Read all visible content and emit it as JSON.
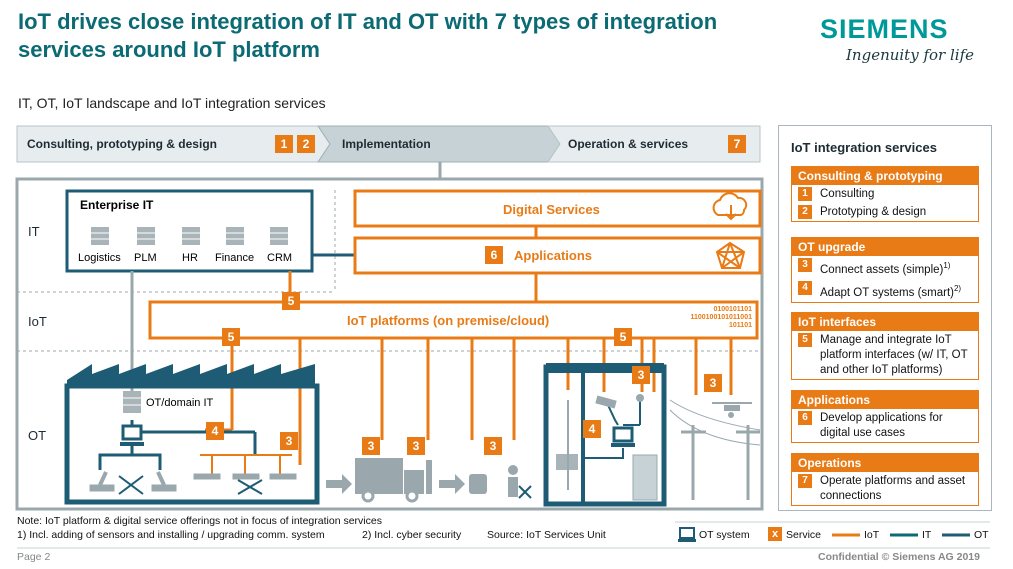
{
  "title": "IoT drives close integration of IT and OT with 7 types of integration services around IoT platform",
  "logo": {
    "brand": "SIEMENS",
    "tagline": "Ingenuity for life"
  },
  "subtitle": "IT, OT, IoT landscape and IoT integration services",
  "phases": [
    {
      "label": "Consulting, prototyping & design",
      "nums": [
        "1",
        "2"
      ]
    },
    {
      "label": "Implementation",
      "nums": []
    },
    {
      "label": "Operation & services",
      "nums": [
        "7"
      ]
    }
  ],
  "layers": {
    "it": "IT",
    "iot": "IoT",
    "ot": "OT"
  },
  "enterprise_it": {
    "title": "Enterprise IT",
    "systems": [
      "Logistics",
      "PLM",
      "HR",
      "Finance",
      "CRM"
    ]
  },
  "digital_services": "Digital Services",
  "applications": {
    "num": "6",
    "label": "Applications"
  },
  "iot_platform": {
    "label": "IoT platforms (on premise/cloud)",
    "binary": [
      "0100101101",
      "1100100101011001",
      "101101"
    ]
  },
  "ot_domain": "OT/domain IT",
  "markers": {
    "five": "5",
    "four": "4",
    "three": "3"
  },
  "right_panel": {
    "title": "IoT integration services",
    "groups": [
      {
        "header": "Consulting & prototyping",
        "items": [
          {
            "num": "1",
            "text": "Consulting"
          },
          {
            "num": "2",
            "text": "Prototyping & design"
          }
        ]
      },
      {
        "header": "OT upgrade",
        "items": [
          {
            "num": "3",
            "text": "Connect assets (simple)",
            "sup": "1)"
          },
          {
            "num": "4",
            "text": "Adapt OT systems (smart)",
            "sup": "2)"
          }
        ]
      },
      {
        "header": "IoT interfaces",
        "items": [
          {
            "num": "5",
            "text": "Manage and integrate IoT platform interfaces (w/ IT, OT and other IoT platforms)"
          }
        ]
      },
      {
        "header": "Applications",
        "items": [
          {
            "num": "6",
            "text": "Develop applications for digital use cases"
          }
        ]
      },
      {
        "header": "Operations",
        "items": [
          {
            "num": "7",
            "text": "Operate platforms and asset connections"
          }
        ]
      }
    ]
  },
  "notes": {
    "line1": "Note: IoT platform & digital service offerings not in focus of integration services",
    "fn1": "1) Incl. adding of sensors  and installing / upgrading comm. system",
    "fn2": "2) Incl. cyber security",
    "source": "Source: IoT Services Unit"
  },
  "legend": {
    "ot_system": "OT system",
    "service_mark": "x",
    "service": "Service",
    "iot": "IoT",
    "it": "IT",
    "ot": "OT"
  },
  "footer": {
    "page": "Page 2",
    "confidential": "Confidential © Siemens AG 2019"
  },
  "colors": {
    "orange": "#e87b16",
    "teal": "#0b6a73",
    "petrol": "#1e5c75",
    "grey": "#9aa8ae"
  }
}
